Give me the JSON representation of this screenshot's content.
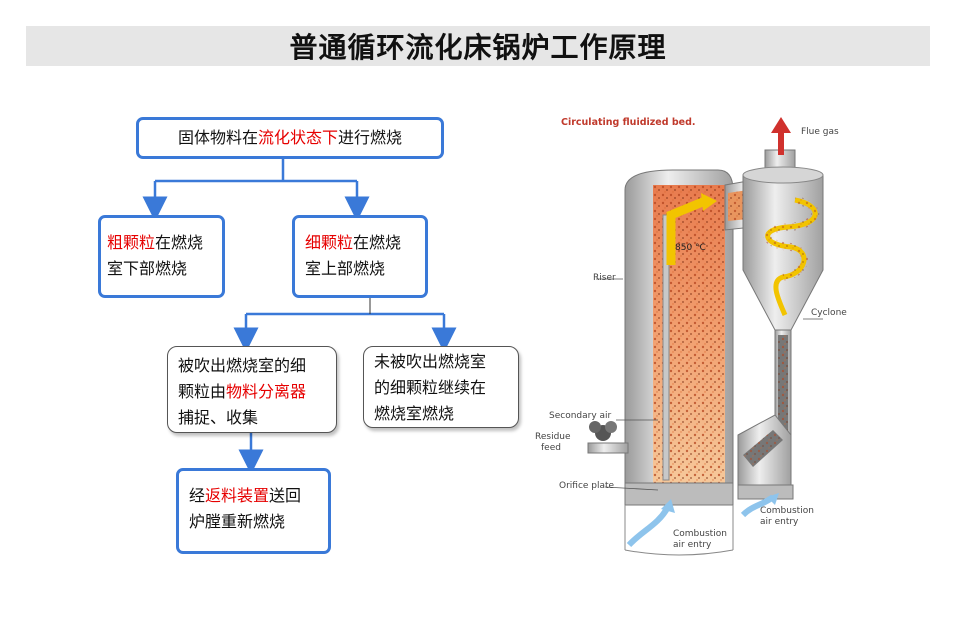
{
  "title": "普通循环流化床锅炉工作原理",
  "flow": {
    "box1": {
      "pre": "固体物料在",
      "red": "流化状态下",
      "post": "进行燃烧"
    },
    "box2": {
      "red": "粗颗粒",
      "line1_post": "在燃烧",
      "line2": "室下部燃烧"
    },
    "box3": {
      "red": "细颗粒",
      "line1_post": "在燃烧",
      "line2": "室上部燃烧"
    },
    "box4": {
      "line1": "被吹出燃烧室的细",
      "line2_pre": "颗粒由",
      "red": "物料分离器",
      "line3": "捕捉、收集"
    },
    "box5": {
      "line1": "未被吹出燃烧室",
      "line2": "的细颗粒继续在",
      "line3": "燃烧室燃烧"
    },
    "box6": {
      "line1_pre": "经",
      "red": "返料装置",
      "line1_post": "送回",
      "line2": "炉膛重新燃烧"
    }
  },
  "colors": {
    "blue_border": "#3a79d8",
    "highlight_red": "#e60000",
    "title_bg": "#e6e6e6"
  },
  "diagram": {
    "caption": "Circulating fluidized bed.",
    "labels": {
      "flue_gas": "Flue gas",
      "temp": "850 °C",
      "riser": "Riser",
      "cyclone": "Cyclone",
      "secondary_air": "Secondary air",
      "residue1": "Residue",
      "residue2": "feed",
      "orifice": "Orifice plate",
      "comb_left1": "Combustion",
      "comb_left2": "air entry",
      "comb_right1": "Combustion",
      "comb_right2": "air entry"
    }
  }
}
